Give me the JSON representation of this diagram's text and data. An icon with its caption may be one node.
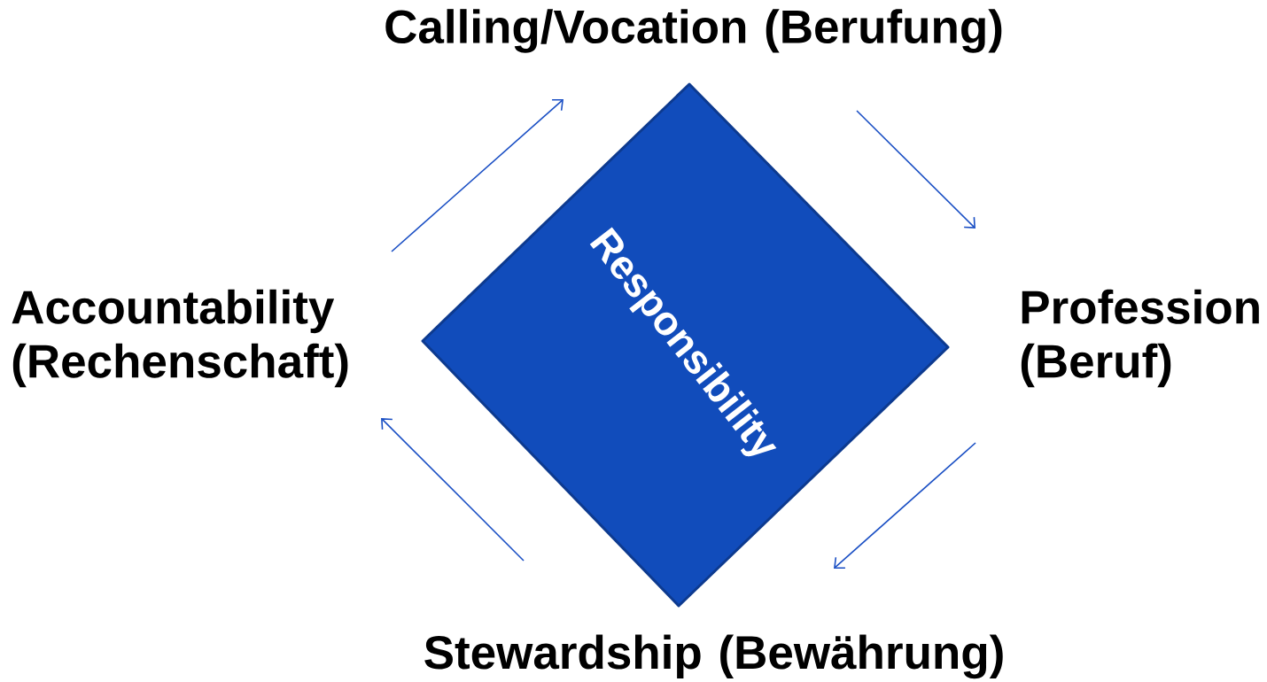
{
  "diagram": {
    "nodes": [
      {
        "text": [
          "Responsibility"
        ]
      },
      {
        "text": [
          "Calling/Vocation (Berufung)"
        ]
      },
      {
        "text": [
          "Profession (Beruf)"
        ]
      },
      {
        "text": [
          "Stewardship (Bewährung)"
        ]
      },
      {
        "text": [
          "Accountability (Rechenschaft)"
        ]
      }
    ],
    "edges": [
      {
        "from": 4,
        "to": 1,
        "arrow": "to"
      },
      {
        "from": 1,
        "to": 2,
        "arrow": "to"
      },
      {
        "from": 2,
        "to": 3,
        "arrow": "to"
      },
      {
        "from": 3,
        "to": 4,
        "arrow": "to"
      }
    ]
  }
}
